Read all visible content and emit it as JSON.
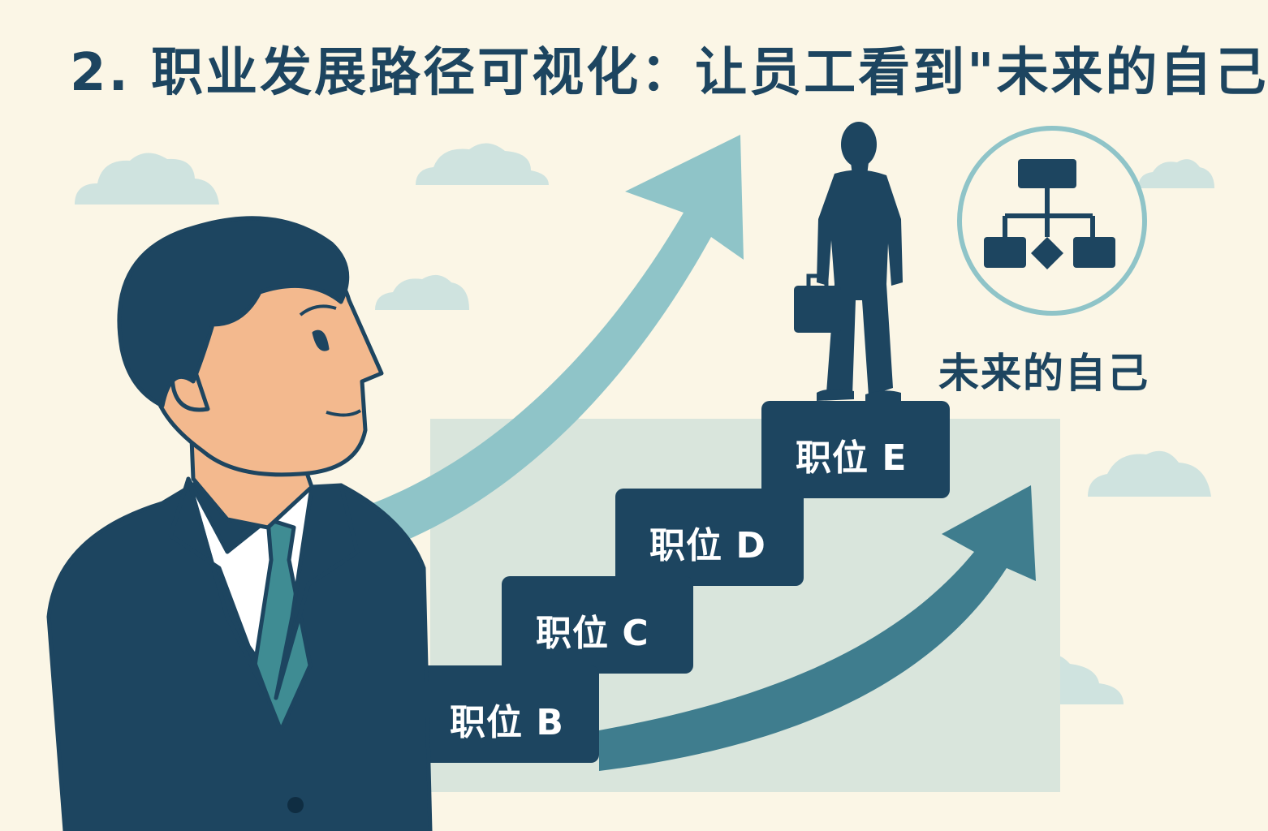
{
  "title": "2. 职业发展路径可视化：让员工看到\"未来的自己",
  "steps": [
    {
      "label": "职位 B"
    },
    {
      "label": "职位 C"
    },
    {
      "label": "职位 D"
    },
    {
      "label": "职位 E"
    }
  ],
  "future_self_label": "未来的自己",
  "icons": [
    "cloud-icon",
    "growth-arrow-icon",
    "org-chart-icon",
    "briefcase-icon"
  ],
  "colors": {
    "background": "#fbf6e6",
    "navy": "#1d4560",
    "teal_light": "#8fc4c8",
    "teal_dark": "#3f7d8e",
    "cloud": "#cfe3df",
    "skin": "#f3b98e"
  }
}
